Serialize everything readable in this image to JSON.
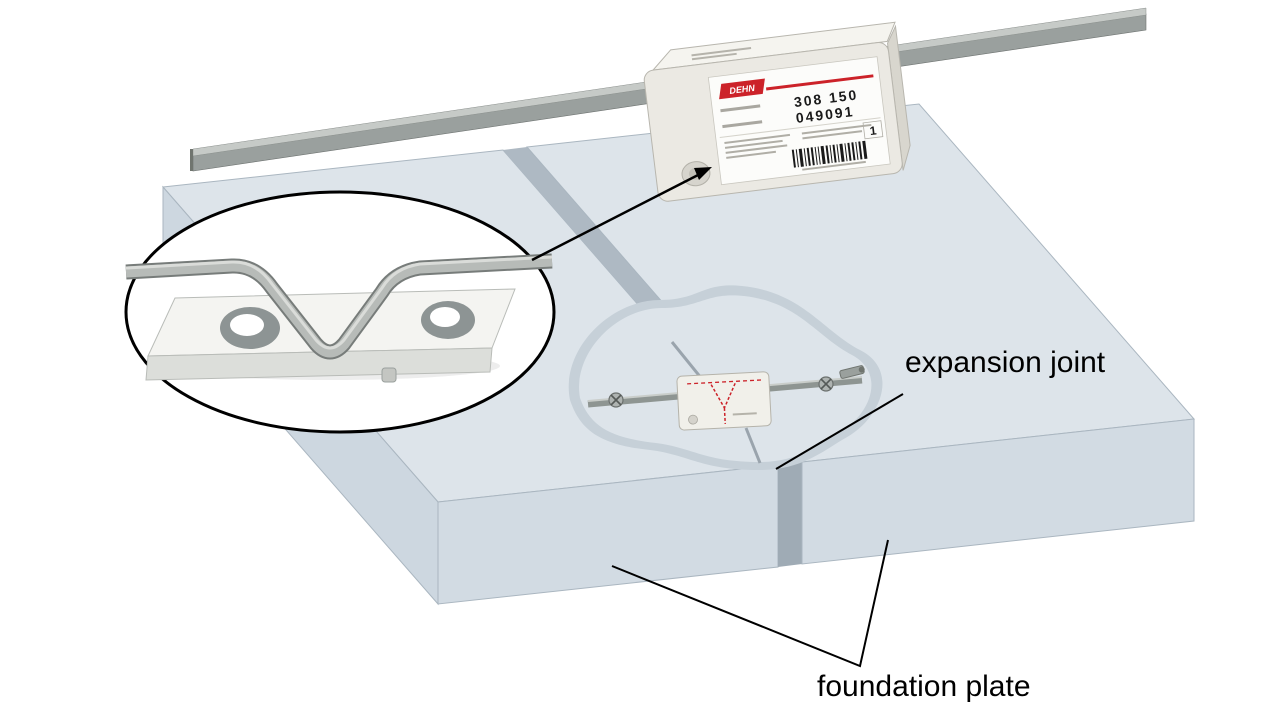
{
  "figure": {
    "labels": {
      "expansion_joint": "expansion joint",
      "foundation_plate": "foundation plate"
    },
    "product_box": {
      "brand": "DEHN",
      "part_number_1": "308 150",
      "part_number_2": "049091",
      "quantity": "1"
    },
    "colors": {
      "background": "#ffffff",
      "slab_top": "#dde4ea",
      "slab_front": "#d2dbe3",
      "slab_side": "#cdd7e0",
      "joint_gap": "#aeb9c3",
      "recess": "#c6d0d8",
      "band_face": "#9aa09e",
      "band_top": "#c6cac7",
      "box_body": "#ebe9e3",
      "label_white": "#fcfcfa",
      "brand_red": "#cc2229",
      "line_black": "#000000"
    }
  }
}
